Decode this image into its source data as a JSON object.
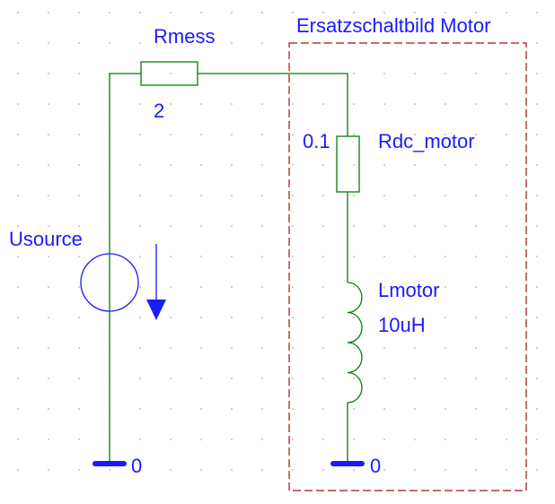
{
  "subcircuit": {
    "title": "Ersatzschaltbild Motor"
  },
  "rmess": {
    "name": "Rmess",
    "value": "2"
  },
  "rdc_motor": {
    "name": "Rdc_motor",
    "value": "0.1"
  },
  "lmotor": {
    "name": "Lmotor",
    "value": "10uH"
  },
  "usource": {
    "name": "Usource"
  },
  "ground_left": {
    "label": "0"
  },
  "ground_right": {
    "label": "0"
  },
  "colors": {
    "wire": "#0b7a0b",
    "label": "#1a1aff",
    "subcircuit_border": "#a01010",
    "grid_dot": "#9a9a9a"
  }
}
